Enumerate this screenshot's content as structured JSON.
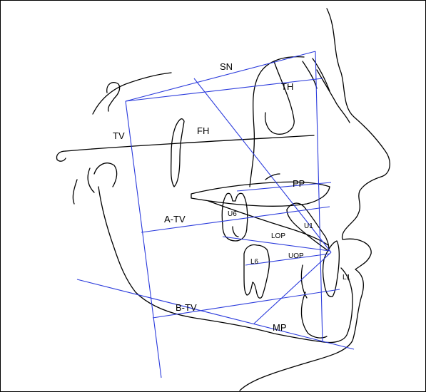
{
  "diagram": {
    "labels": {
      "sn": "SN",
      "th": "TH",
      "tv": "TV",
      "fh": "FH",
      "pp": "PP",
      "u6": "U6",
      "a_tv": "A-TV",
      "u1": "U1",
      "lop": "LOP",
      "l6": "L6",
      "uop": "UOP",
      "l1": "L1",
      "b_tv": "B-TV",
      "mp": "MP"
    },
    "colors": {
      "reference_lines": "#2b3bdc",
      "tracing": "#000000",
      "frame": "#000000"
    }
  }
}
